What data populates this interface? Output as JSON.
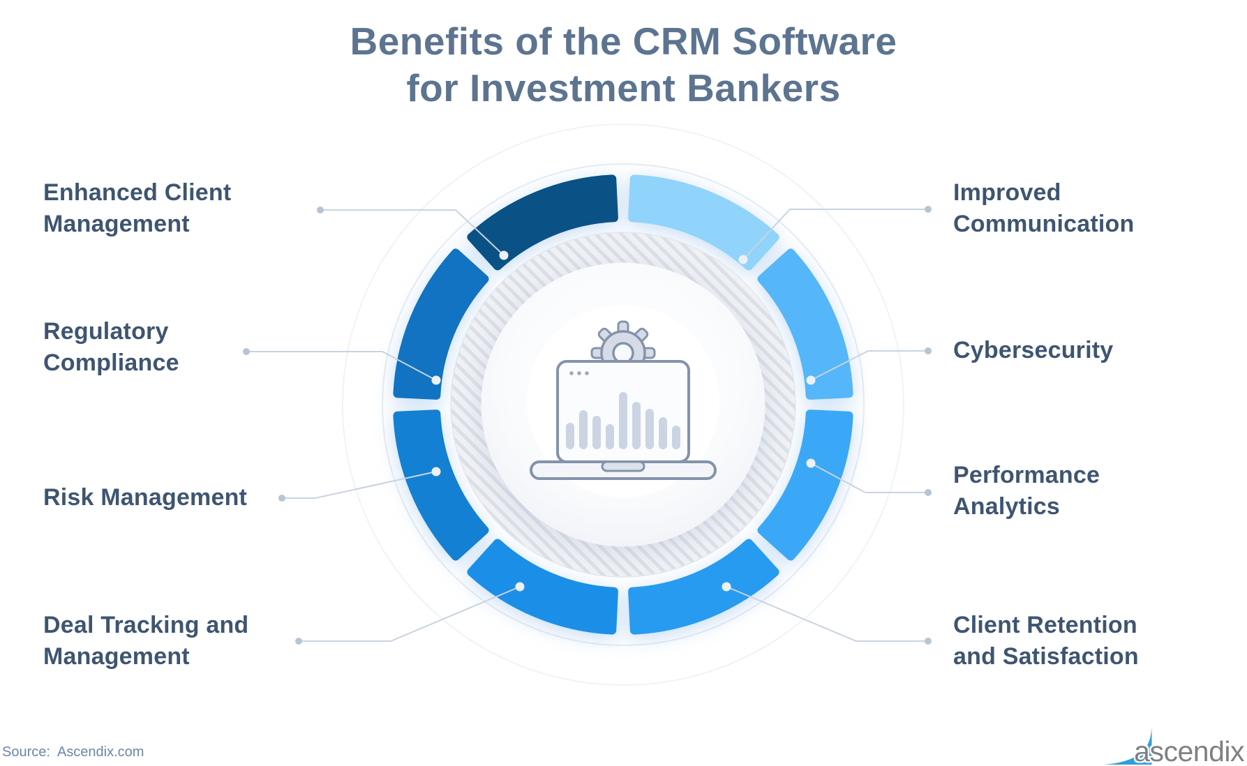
{
  "title": {
    "line1": "Benefits of the CRM Software",
    "line2": "for Investment Bankers"
  },
  "benefits": [
    {
      "id": "enhanced-client-management",
      "line1": "Enhanced Client",
      "line2": "Management",
      "color": "#0A5285"
    },
    {
      "id": "improved-communication",
      "line1": "Improved",
      "line2": "Communication",
      "color": "#90D3FB"
    },
    {
      "id": "cybersecurity",
      "line1": "Cybersecurity",
      "line2": "",
      "color": "#55B6F9"
    },
    {
      "id": "performance-analytics",
      "line1": "Performance",
      "line2": "Analytics",
      "color": "#3AA8F7"
    },
    {
      "id": "client-retention-and-satisfaction",
      "line1": "Client Retention",
      "line2": "and Satisfaction",
      "color": "#279BF0"
    },
    {
      "id": "deal-tracking-and-management",
      "line1": "Deal Tracking and",
      "line2": "Management",
      "color": "#1B8FE8"
    },
    {
      "id": "risk-management",
      "line1": "Risk Management",
      "line2": "",
      "color": "#1380D3"
    },
    {
      "id": "regulatory-compliance",
      "line1": "Regulatory",
      "line2": "Compliance",
      "color": "#1173C2"
    }
  ],
  "center_icon": "laptop-analytics-gear",
  "source": {
    "label": "Source:",
    "value": "Ascendix.com"
  },
  "logo": {
    "text": "ascendix",
    "swoosh_color": "#2E9FD9",
    "text_color": "#7E8083"
  },
  "palette": {
    "title_text": "#5C7490",
    "label_text": "#3E5571",
    "connector_line": "#C9D3DF",
    "label_dot": "#B7C4D4",
    "segment_dot": "#EDF0F4",
    "hatch_stripe": "#DBDFE7",
    "hatch_base": "#EFF1F5",
    "icon_outline": "#8493AA",
    "icon_fill": "#D6DCE7",
    "bar_fill": "#CBD4E2"
  }
}
